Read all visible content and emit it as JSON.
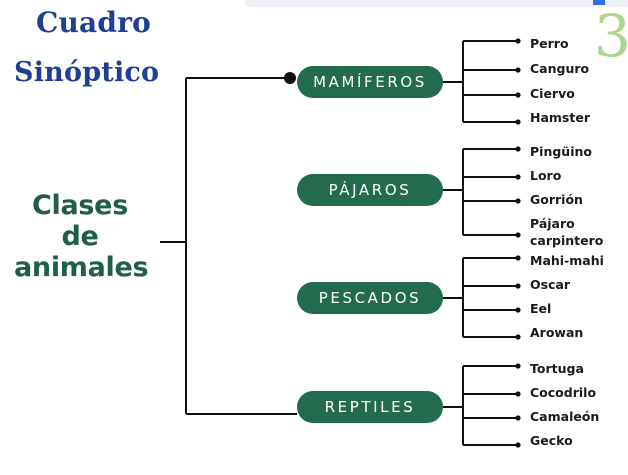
{
  "title": {
    "line1": "Cuadro",
    "line2": "Sinóptico"
  },
  "central": {
    "line1": "Clases",
    "line2": "de",
    "line3": "animales"
  },
  "logo_mark": {
    "glyph": "3",
    "color": "#a9d88c"
  },
  "colors": {
    "title": "#1f3f93",
    "central": "#1f5f47",
    "pill_bg": "#236b4f",
    "pill_text": "#ffffff",
    "lines": "#111111"
  },
  "categories": [
    {
      "label": "MAMÍFEROS",
      "items": [
        "Perro",
        "Canguro",
        "Ciervo",
        "Hamster"
      ]
    },
    {
      "label": "PÁJAROS",
      "items": [
        "Pingüino",
        "Loro",
        "Gorrión",
        "Pájaro carpintero"
      ]
    },
    {
      "label": "PESCADOS",
      "items": [
        "Mahi-mahi",
        "Oscar",
        "Eel",
        "Arowan"
      ]
    },
    {
      "label": "REPTILES",
      "items": [
        "Tortuga",
        "Cocodrilo",
        "Camaleón",
        "Gecko"
      ]
    }
  ]
}
